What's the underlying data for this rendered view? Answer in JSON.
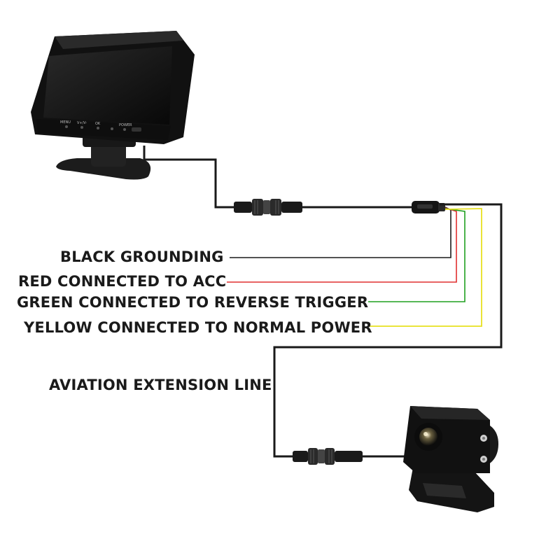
{
  "labels": {
    "black": "BLACK GROUNDING",
    "red": "RED CONNECTED TO ACC",
    "green": "GREEN CONNECTED TO REVERSE TRIGGER",
    "yellow": "YELLOW CONNECTED TO NORMAL POWER",
    "extension": "AVIATION EXTENSION LINE"
  },
  "monitor_buttons": [
    "MENU",
    "V+/V-",
    "OK",
    "POWER"
  ],
  "colors": {
    "black": "#1a1a1a",
    "red": "#e03030",
    "green": "#1fa01f",
    "yellow": "#e8e020"
  }
}
